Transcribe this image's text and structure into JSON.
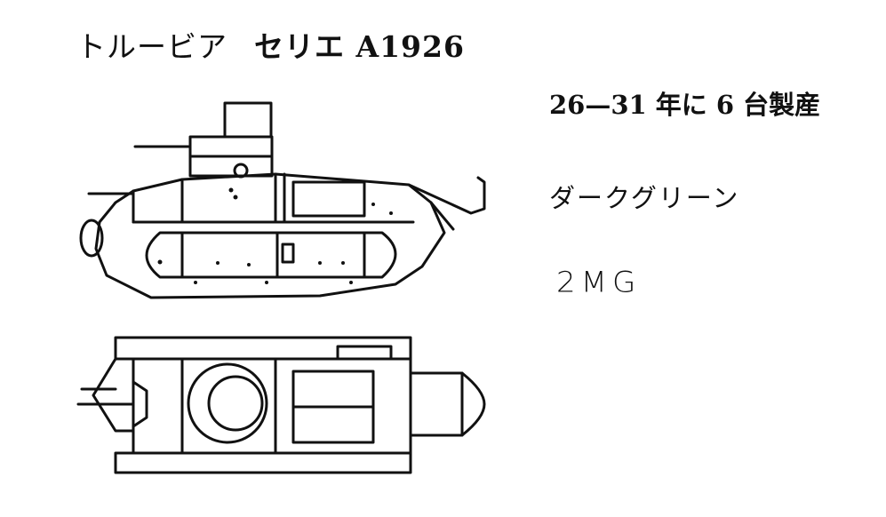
{
  "document": {
    "title_name": "トルービア",
    "title_model": "セリエ A1926",
    "production": "26—31 年に 6 台製産",
    "color": "ダークグリーン",
    "armament": "2MG"
  },
  "figures": {
    "side_view": "tank-side-view",
    "top_view": "tank-top-view"
  }
}
